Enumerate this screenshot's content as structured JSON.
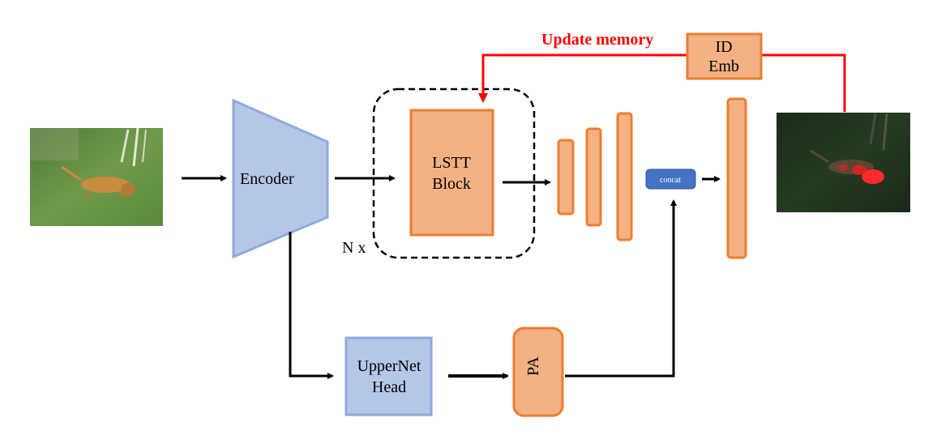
{
  "labels": {
    "encoder": "Encoder",
    "lstt_line1": "LSTT",
    "lstt_line2": "Block",
    "repeat": "N x",
    "concat": "concat",
    "update_memory": "Update memory",
    "id_emb_line1": "ID",
    "id_emb_line2": "Emb",
    "uppernet_line1": "UpperNet",
    "uppernet_line2": "Head",
    "pa": "PA"
  },
  "images": {
    "input": "input frame (tiger on grass)",
    "output": "output mask overlay (tiger, red mask)"
  },
  "colors": {
    "orange_fill": "#f4b183",
    "orange_stroke": "#ed7d31",
    "blue_fill": "#b4c7e7",
    "blue_stroke": "#8faadc",
    "concat_fill": "#4472c4",
    "red": "#ff0000",
    "arrow": "#000000"
  }
}
